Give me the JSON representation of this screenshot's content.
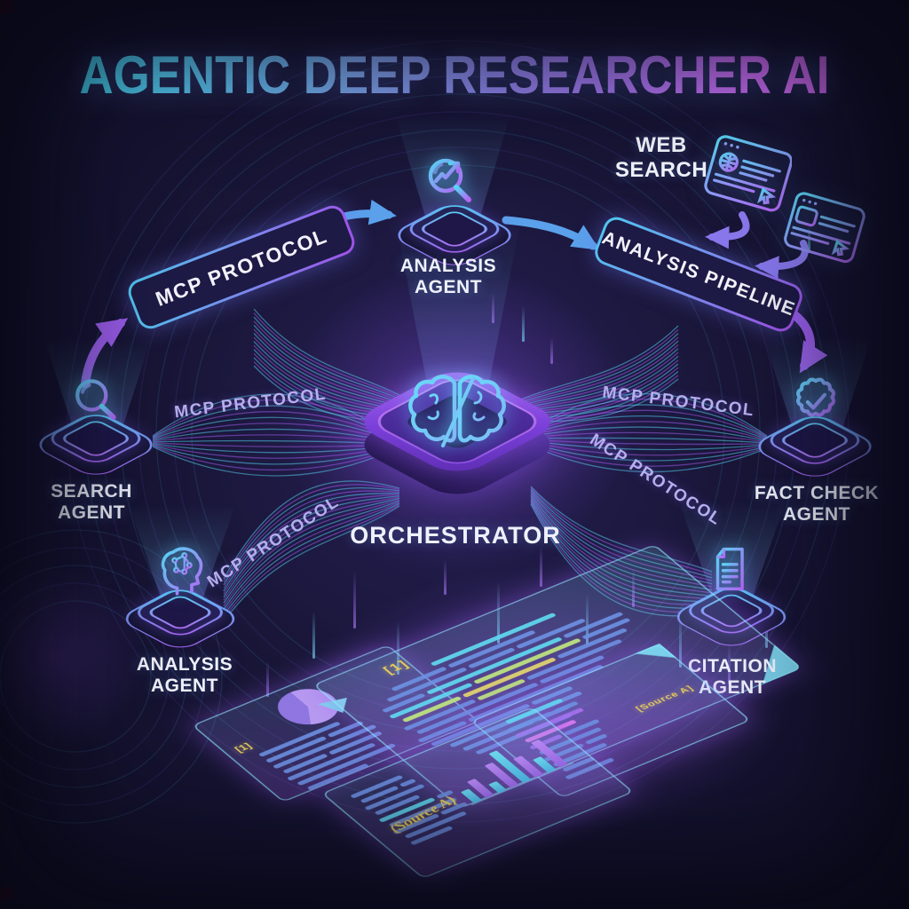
{
  "title": "AGENTIC DEEP RESEARCHER AI",
  "web_search": {
    "lines": [
      "WEB",
      "SEARCH"
    ]
  },
  "banners": {
    "mcp": "MCP PROTOCOL",
    "pipeline": "ANALYSIS PIPELINE"
  },
  "orchestrator": {
    "label": "ORCHESTRATOR",
    "icon": "brain-chip-icon"
  },
  "agents": {
    "analysis_top": {
      "lines": [
        "ANALYSIS",
        "AGENT"
      ],
      "icon": "magnifier-trend-icon"
    },
    "search": {
      "lines": [
        "SEARCH",
        "AGENT"
      ],
      "icon": "magnifier-icon"
    },
    "fact_check": {
      "lines": [
        "FACT CHECK",
        "AGENT"
      ],
      "icon": "verified-badge-icon"
    },
    "analysis_bottom": {
      "lines": [
        "ANALYSIS",
        "AGENT"
      ],
      "icon": "head-circuit-icon"
    },
    "citation": {
      "lines": [
        "CITATION",
        "AGENT"
      ],
      "icon": "document-icon"
    }
  },
  "connection_labels": {
    "left_top": "MCP PROTOCOL",
    "left_bottom": "MCP PROTOCOL",
    "right_top": "MCP PROTOCOL",
    "right_bottom": "MCP PROTOCOL"
  },
  "documents": {
    "main_mark": "[1]",
    "left_mark": "[1]",
    "source_script": "(Source A)",
    "source_tag": "[Source A]"
  },
  "icons": [
    "magnifier-trend-icon",
    "magnifier-icon",
    "verified-badge-icon",
    "head-circuit-icon",
    "document-icon",
    "brain-chip-icon",
    "browser-globe-icon",
    "browser-image-icon",
    "cursor-icon"
  ],
  "colors": {
    "cyan": "#4fd2f2",
    "blue": "#5a9fe8",
    "purple": "#a55bf0",
    "magenta": "#d96af2",
    "lavender": "#b6aeee",
    "yellow": "#e6cd5e",
    "background": "#12112a"
  }
}
